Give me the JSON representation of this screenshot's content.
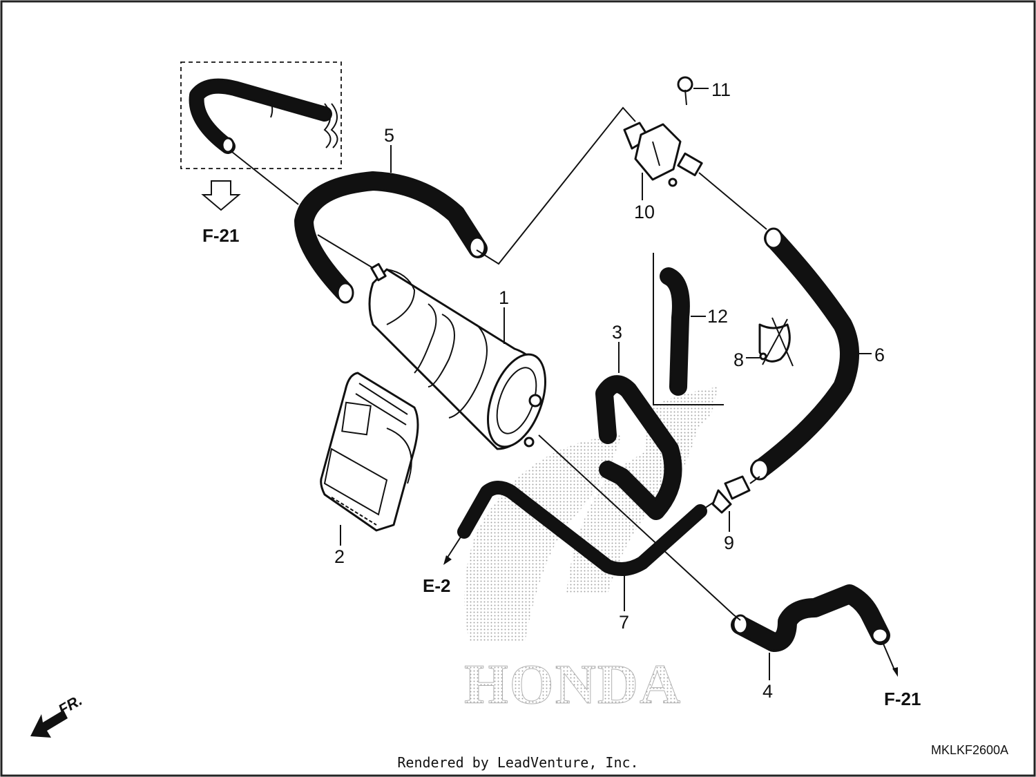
{
  "diagram": {
    "diagram_code": "MKLKF2600A",
    "credit": "Rendered by LeadVenture, Inc.",
    "watermark": "HONDA",
    "front_indicator": "FR.",
    "part_callouts": [
      "1",
      "2",
      "3",
      "4",
      "5",
      "6",
      "7",
      "8",
      "9",
      "10",
      "11",
      "12"
    ],
    "references": {
      "f21_top": "F-21",
      "f21_bottom": "F-21",
      "e2": "E-2"
    }
  }
}
